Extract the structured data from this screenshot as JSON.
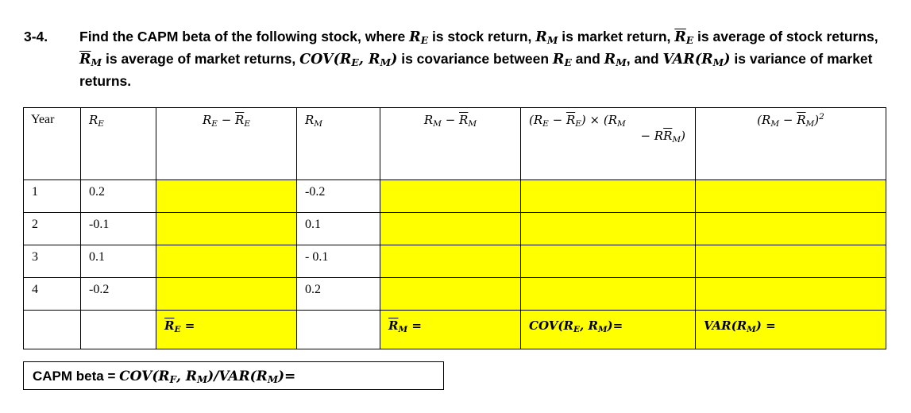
{
  "problem": {
    "number": "3-4.",
    "text_line1": "Find the CAPM beta of the following stock, where",
    "text_is_stock_return": "is stock return,",
    "text_is_market_return": "is market return,",
    "text_is_average_stock": "is average of stock returns,",
    "text_is_average_market": "is average of market returns,",
    "text_cov_desc": "is covariance between",
    "text_and": "and",
    "text_and2": ", and",
    "text_var_desc": "is variance of market returns.",
    "sym_RE": "R",
    "sym_RM": "R",
    "sub_E": "E",
    "sub_M": "M",
    "sym_COV": "COV",
    "sym_VAR": "VAR"
  },
  "table": {
    "headers": {
      "year": "Year",
      "re": "R",
      "re_minus_mean": "R",
      "rm": "R",
      "rm_minus_mean": "R",
      "product_line1": "(R",
      "product_line2": "− R",
      "rm_sq": "(R"
    },
    "rows": [
      {
        "year": "1",
        "re": "0.2",
        "rm": "-0.2"
      },
      {
        "year": "2",
        "re": "-0.1",
        "rm": "0.1"
      },
      {
        "year": "3",
        "re": "0.1",
        "rm": "- 0.1"
      },
      {
        "year": "4",
        "re": "-0.2",
        "rm": "0.2"
      }
    ],
    "totals": {
      "re_mean_label": "R",
      "rm_mean_label": "R",
      "cov_label": "COV",
      "var_label": "VAR"
    }
  },
  "beta": {
    "label": "CAPM beta =",
    "formula_cov": "COV",
    "formula_var": "VAR",
    "sub_F": "F"
  }
}
